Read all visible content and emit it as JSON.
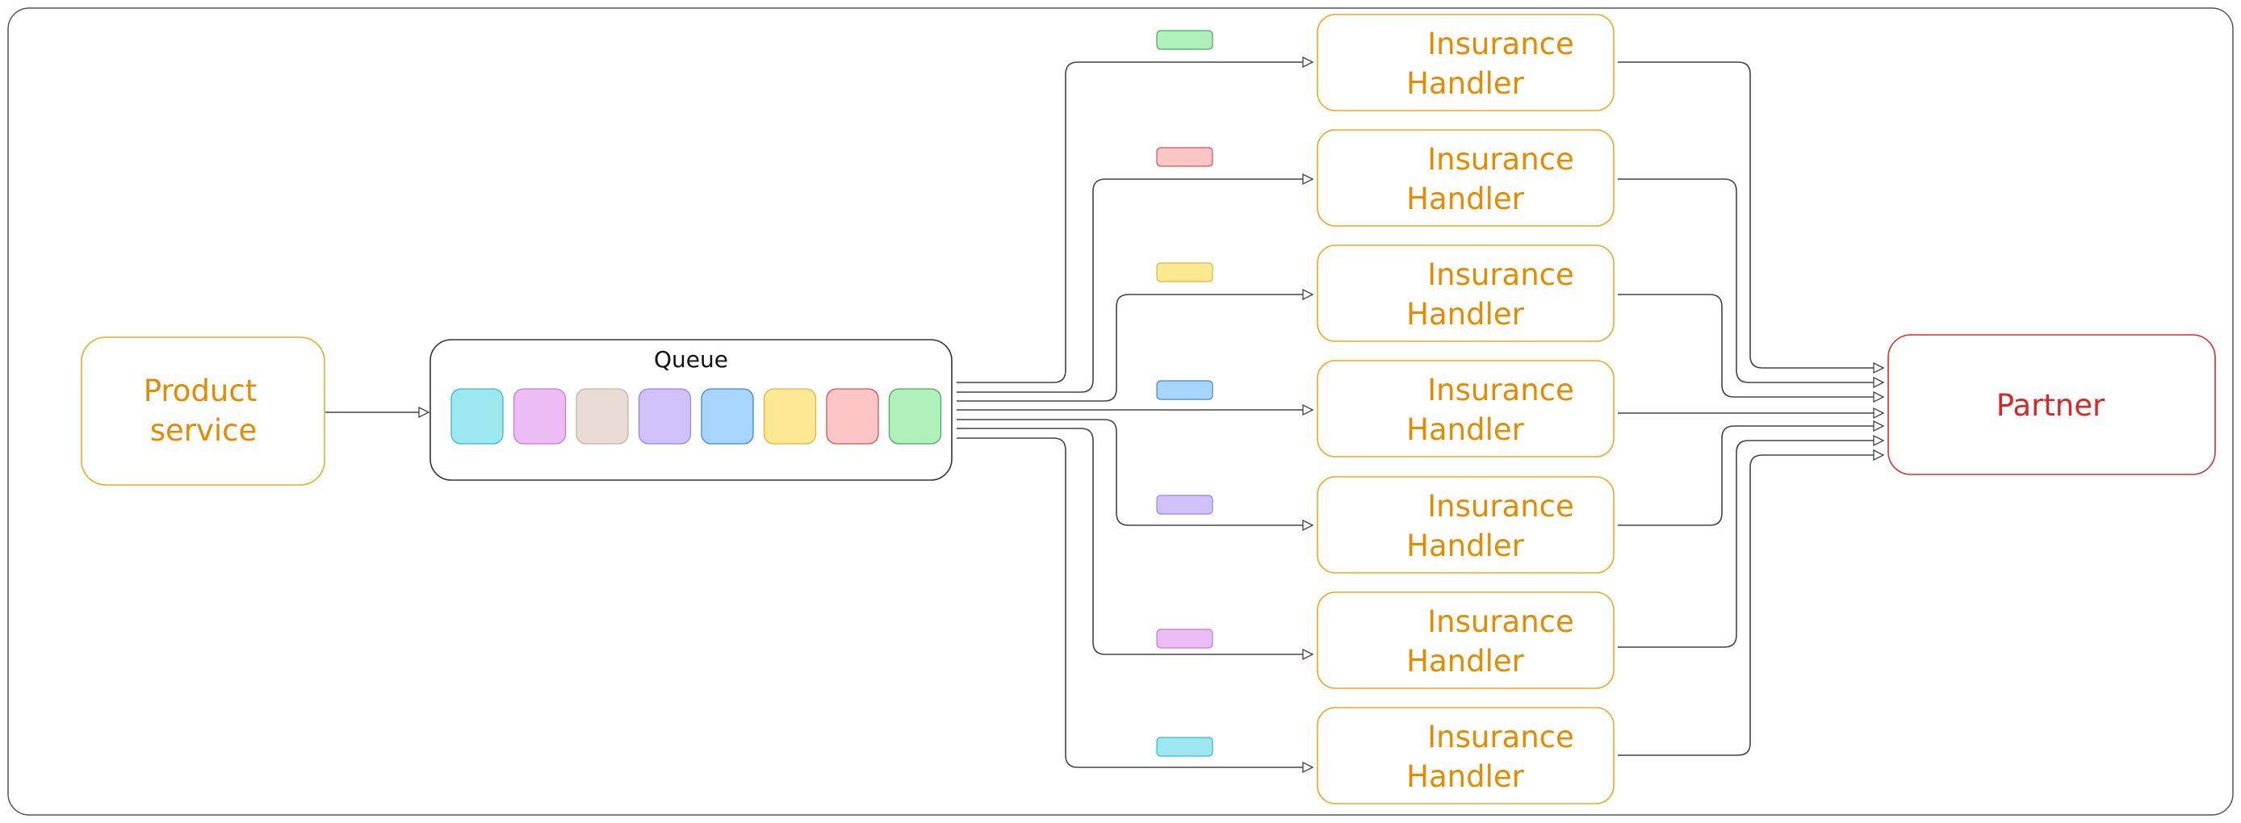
{
  "diagram": {
    "product_service": {
      "line1": "Product",
      "line2": "service"
    },
    "queue": {
      "title": "Queue",
      "items": [
        {
          "fill": "#9de8f0",
          "stroke": "#36b9c9"
        },
        {
          "fill": "#ecbcf5",
          "stroke": "#c87ad8"
        },
        {
          "fill": "#e8dcd4",
          "stroke": "#c8b2a2"
        },
        {
          "fill": "#cfc2fb",
          "stroke": "#9a82e6"
        },
        {
          "fill": "#a7d5fb",
          "stroke": "#3e88d0"
        },
        {
          "fill": "#fde893",
          "stroke": "#dcb63e"
        },
        {
          "fill": "#fdc6c6",
          "stroke": "#dd5050"
        },
        {
          "fill": "#b0f0ba",
          "stroke": "#47ab57"
        }
      ]
    },
    "handlers": [
      {
        "line1": "Insurance",
        "line2": "Handler",
        "message_fill": "#b0f0ba",
        "message_stroke": "#47ab57"
      },
      {
        "line1": "Insurance",
        "line2": "Handler",
        "message_fill": "#fdc6c6",
        "message_stroke": "#dd5050"
      },
      {
        "line1": "Insurance",
        "line2": "Handler",
        "message_fill": "#fde893",
        "message_stroke": "#dcb63e"
      },
      {
        "line1": "Insurance",
        "line2": "Handler",
        "message_fill": "#a7d5fb",
        "message_stroke": "#3e88d0"
      },
      {
        "line1": "Insurance",
        "line2": "Handler",
        "message_fill": "#cfc2fb",
        "message_stroke": "#9a82e6"
      },
      {
        "line1": "Insurance",
        "line2": "Handler",
        "message_fill": "#ecbcf5",
        "message_stroke": "#c87ad8"
      },
      {
        "line1": "Insurance",
        "line2": "Handler",
        "message_fill": "#9de8f0",
        "message_stroke": "#36b9c9"
      }
    ],
    "partner": {
      "label": "Partner"
    },
    "colors": {
      "service_border": "#f5a623",
      "service_text": "#e68a00",
      "partner_border": "#e02d2d",
      "partner_text": "#d92626",
      "line": "#444444"
    }
  }
}
